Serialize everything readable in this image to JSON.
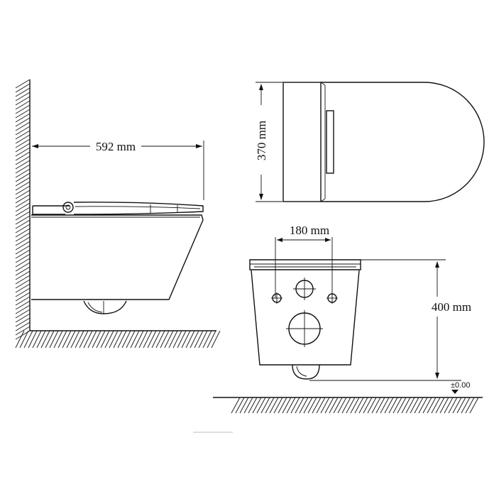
{
  "side_view": {
    "depth_dimension": "592 mm"
  },
  "top_view": {
    "width_dimension": "370 mm"
  },
  "front_view": {
    "bolt_spacing_dimension": "180 mm",
    "height_dimension": "400 mm",
    "floor_level_label": "±0.00"
  },
  "colors": {
    "line": "#111111",
    "background": "#ffffff"
  }
}
